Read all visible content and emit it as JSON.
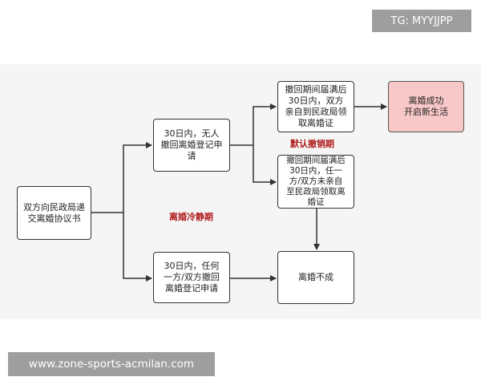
{
  "top_tag": "TG: MYYJJPP",
  "watermark": "www.zone-sports-acmilan.com",
  "flowchart": {
    "start": "双方向民政局递\n交离婚协议书",
    "no_revoke": "30日内，无人\n撤回离婚登记申\n请",
    "revoke": "30日内，任何\n一方/双方撤回\n离婚登记申请",
    "both_go": "撤回期间届满后\n30日内，双方\n亲自到民政局领\n取离婚证",
    "not_go": "撤回期间届满后\n30日内，任一\n方/双方未亲自\n至民政局领取离\n婚证",
    "success": "离婚成功\n开启新生活",
    "fail": "离婚不成",
    "label_default_revoke": "默认撤销期",
    "label_cooling": "离婚冷静期"
  },
  "colors": {
    "label_red": "#b01c1c",
    "success_fill": "#f8c8c8",
    "panel_bg": "#f5f5f5",
    "line": "#333333"
  }
}
